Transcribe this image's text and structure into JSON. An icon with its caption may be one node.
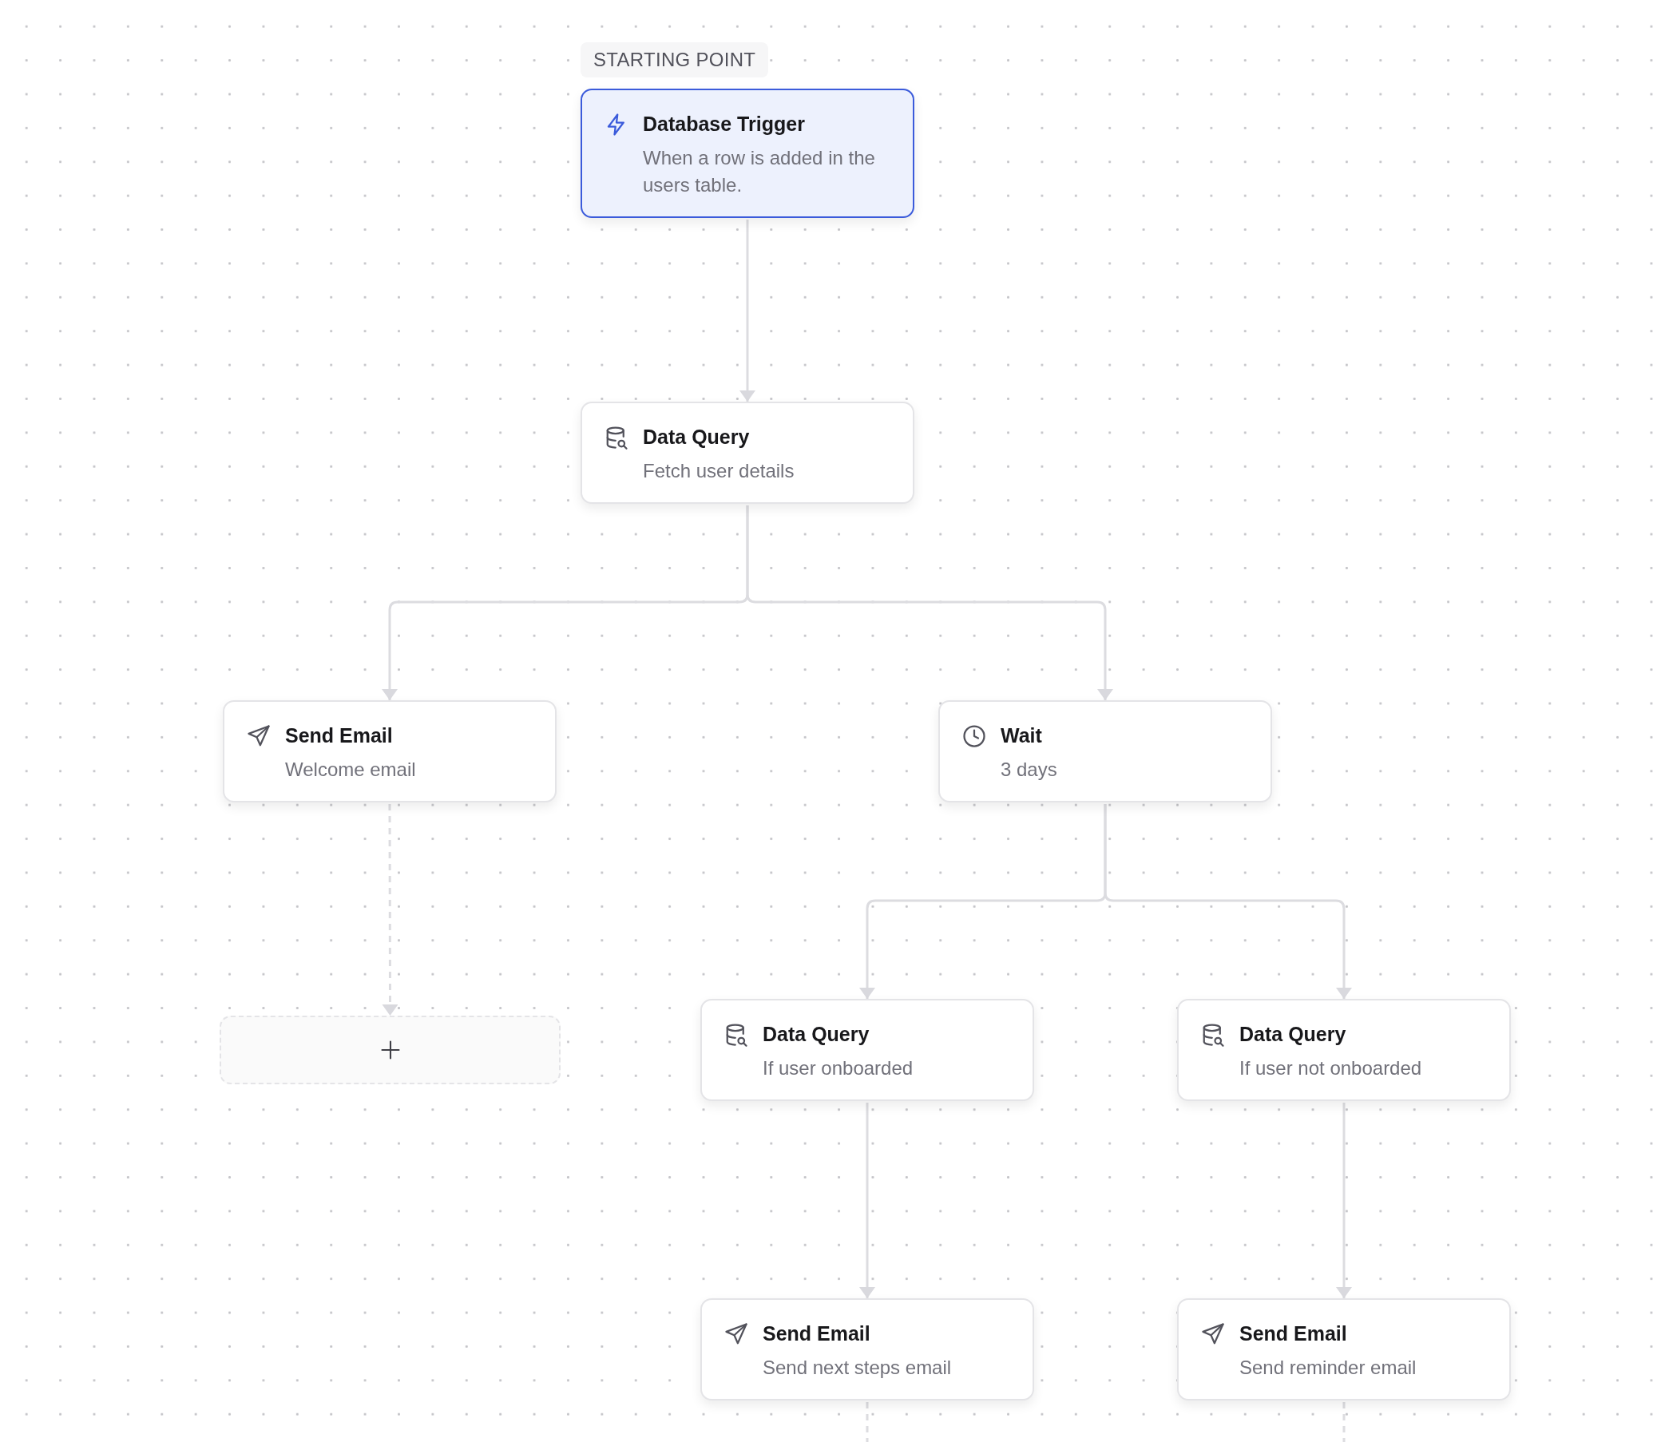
{
  "diagram": {
    "nodes": [
      {
        "text": [
          "Database Trigger",
          "When a row is added in the users table."
        ],
        "beside": [
          "STARTING POINT"
        ]
      },
      {
        "text": [
          "Data Query",
          "Fetch user details"
        ]
      },
      {
        "text": [
          "Send Email",
          "Welcome email"
        ]
      },
      {
        "text": [
          "Wait",
          "3 days"
        ]
      },
      {
        "text": [],
        "shape": "box"
      },
      {
        "text": [
          "Data Query",
          "If user onboarded"
        ]
      },
      {
        "text": [
          "Data Query",
          "If user not onboarded"
        ]
      },
      {
        "text": [
          "Send Email",
          "Send next steps email"
        ]
      },
      {
        "text": [
          "Send Email",
          "Send reminder email"
        ]
      }
    ],
    "edges": [
      {
        "from": 0,
        "to": 1,
        "arrow": "to"
      },
      {
        "from": 1,
        "to": 2,
        "arrow": "to"
      },
      {
        "from": 1,
        "to": 3,
        "arrow": "to"
      },
      {
        "from": 2,
        "to": 4,
        "arrow": "to",
        "style": "dashed"
      },
      {
        "from": 3,
        "to": 5,
        "arrow": "to"
      },
      {
        "from": 3,
        "to": 6,
        "arrow": "to"
      },
      {
        "from": 5,
        "to": 7,
        "arrow": "to"
      },
      {
        "from": 6,
        "to": 8,
        "arrow": "to"
      },
      {
        "from": 7,
        "to": null,
        "arrow": "none",
        "style": "dashed"
      },
      {
        "from": 8,
        "to": null,
        "arrow": "none",
        "style": "dashed"
      }
    ]
  }
}
